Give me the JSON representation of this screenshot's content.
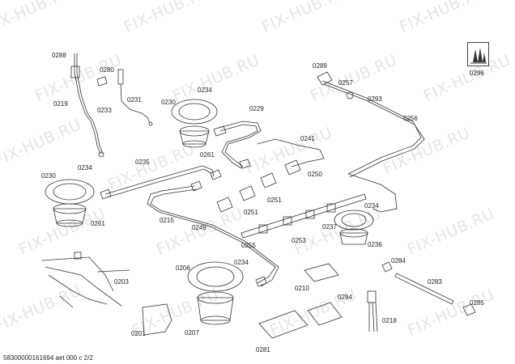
{
  "watermark": "FIX-HUB.RU",
  "footer": "58300000161694 aet 000 c 2/2",
  "symbol_icon": "flame-warning-icon",
  "parts": [
    "0288",
    "0280",
    "0219",
    "0233",
    "0231",
    "0234",
    "0230",
    "0229",
    "0261",
    "0289",
    "0257",
    "0293",
    "0256",
    "0296",
    "0241",
    "0250",
    "0230",
    "0234",
    "0235",
    "0261",
    "0215",
    "0251",
    "0251",
    "0249",
    "0255",
    "0253",
    "0234",
    "0237",
    "0236",
    "0206",
    "0234",
    "0203",
    "0210",
    "0284",
    "0283",
    "0294",
    "0218",
    "0285",
    "0201",
    "0207",
    "0281"
  ]
}
